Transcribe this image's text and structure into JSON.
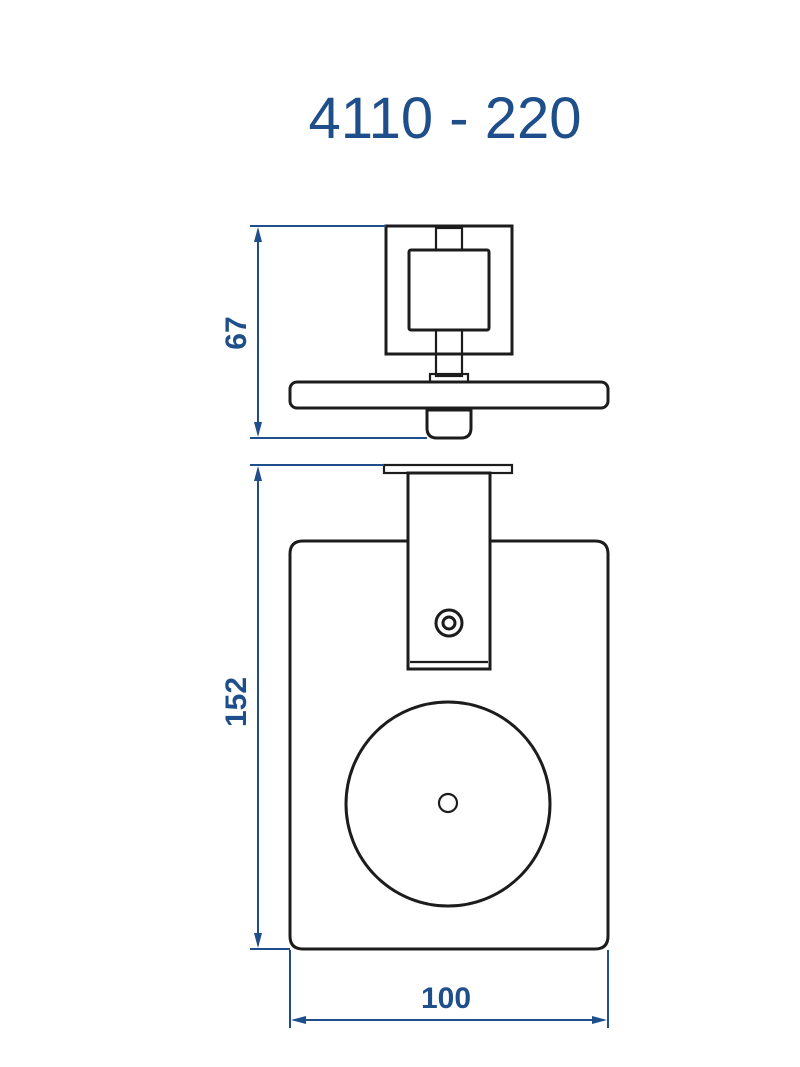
{
  "model_code": "4110 - 220",
  "dimensions": {
    "top_height": "67",
    "bottom_height": "152",
    "width": "100"
  },
  "colors": {
    "dimension": "#1f4f8a",
    "outline": "#1c1c1c",
    "background": "#ffffff"
  }
}
